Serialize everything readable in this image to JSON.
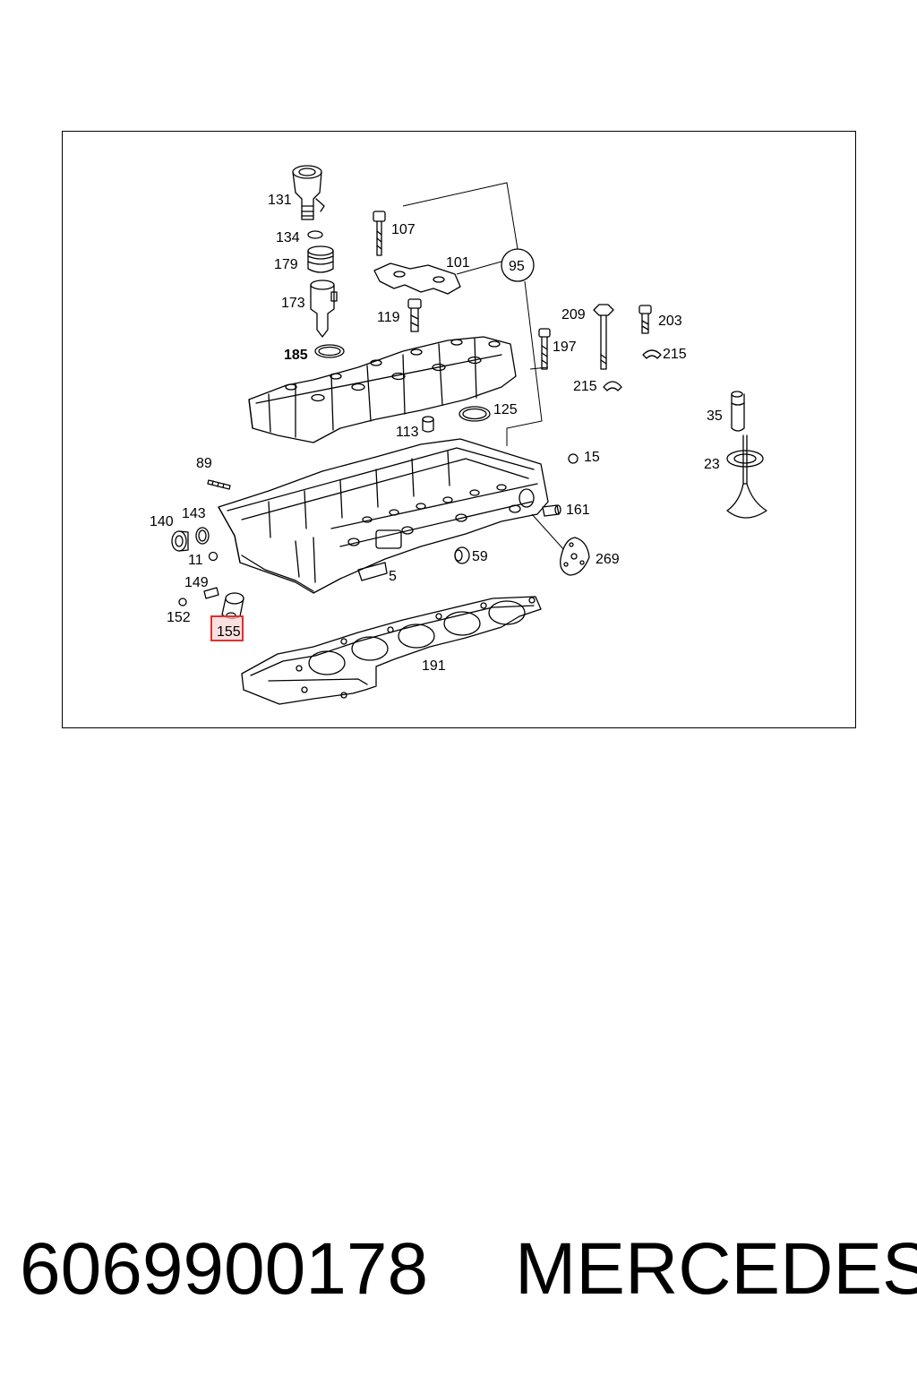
{
  "diagram": {
    "labels": {
      "l131": "131",
      "l134": "134",
      "l179": "179",
      "l173": "173",
      "l185": "185",
      "l107": "107",
      "l101": "101",
      "l95": "95",
      "l119": "119",
      "l197": "197",
      "l209": "209",
      "l203": "203",
      "l215a": "215",
      "l215b": "215",
      "l125": "125",
      "l113": "113",
      "l35": "35",
      "l23": "23",
      "l89": "89",
      "l15": "15",
      "l140": "140",
      "l143": "143",
      "l161": "161",
      "l11": "11",
      "l59": "59",
      "l269": "269",
      "l5": "5",
      "l149": "149",
      "l152": "152",
      "l155": "155",
      "l191": "191"
    },
    "highlight": {
      "part": "155",
      "color": "#e03030"
    }
  },
  "footer": {
    "part_number": "6069900178",
    "brand": "MERCEDES"
  }
}
